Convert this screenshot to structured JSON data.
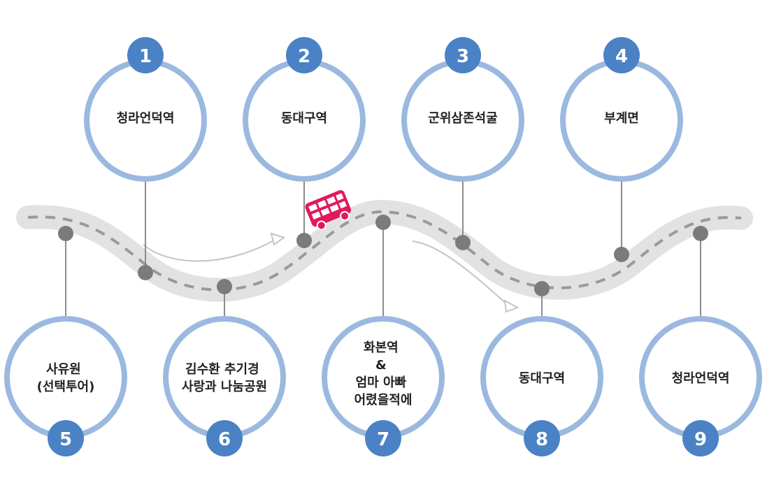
{
  "colors": {
    "ring": "#9bb9df",
    "badge": "#4a82c5",
    "road": "#e2e2e2",
    "road_dash": "#9a9a9a",
    "marker": "#7b7b7d",
    "connector": "#8c8c8c",
    "arrow": "#c4c4c4",
    "bus": "#e0195d"
  },
  "stops": [
    {
      "number": "1",
      "lines": [
        "청라언덕역"
      ]
    },
    {
      "number": "2",
      "lines": [
        "동대구역"
      ]
    },
    {
      "number": "3",
      "lines": [
        "군위삼존석굴"
      ]
    },
    {
      "number": "4",
      "lines": [
        "부계면"
      ]
    },
    {
      "number": "5",
      "lines": [
        "사유원",
        "(선택투어)"
      ]
    },
    {
      "number": "6",
      "lines": [
        "김수환 추기경",
        "사랑과 나눔공원"
      ]
    },
    {
      "number": "7",
      "lines": [
        "화본역",
        "&",
        "엄마 아빠",
        "어렸을적에"
      ]
    },
    {
      "number": "8",
      "lines": [
        "동대구역"
      ]
    },
    {
      "number": "9",
      "lines": [
        "청라언덕역"
      ]
    }
  ],
  "icons": {
    "vehicle": "bus-icon",
    "direction": "arrow-icon"
  }
}
